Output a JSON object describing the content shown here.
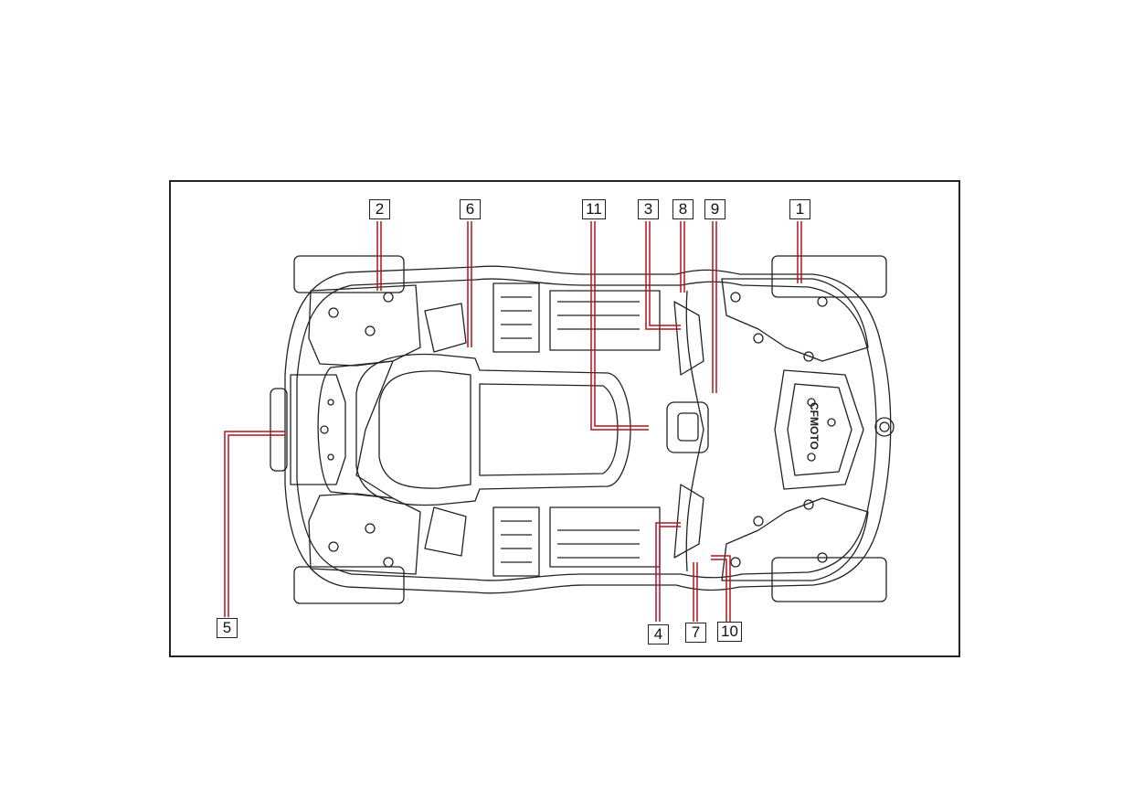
{
  "diagram": {
    "callouts": [
      {
        "id": "1",
        "label": "1"
      },
      {
        "id": "2",
        "label": "2"
      },
      {
        "id": "3",
        "label": "3"
      },
      {
        "id": "4",
        "label": "4"
      },
      {
        "id": "5",
        "label": "5"
      },
      {
        "id": "6",
        "label": "6"
      },
      {
        "id": "7",
        "label": "7"
      },
      {
        "id": "8",
        "label": "8"
      },
      {
        "id": "9",
        "label": "9"
      },
      {
        "id": "10",
        "label": "10"
      },
      {
        "id": "11",
        "label": "11"
      }
    ],
    "hood_logo": "CFMOTO",
    "colors": {
      "leader": "#b3121b",
      "outline": "#222222",
      "background": "#ffffff"
    }
  }
}
